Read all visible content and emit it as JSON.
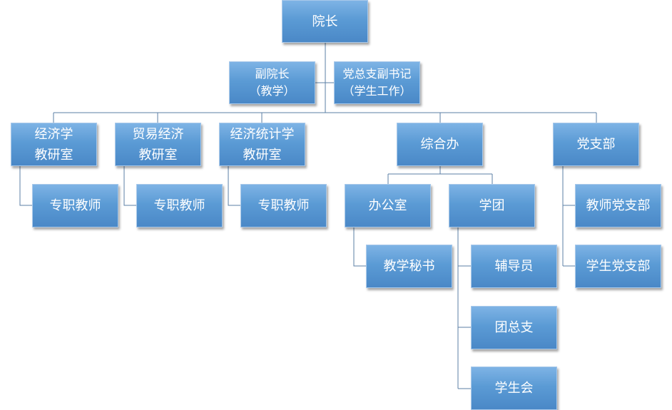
{
  "nodes": {
    "dean": "院长",
    "vice_dean": "副院长\n（教学）",
    "party_deputy": "党总支副书记\n（学生工作）",
    "econ_office": "经济学\n教研室",
    "trade_office": "贸易经济\n教研室",
    "stats_office": "经济统计学\n教研室",
    "general_office": "综合办",
    "party_branch": "党支部",
    "econ_teachers": "专职教师",
    "trade_teachers": "专职教师",
    "stats_teachers": "专职教师",
    "office": "办公室",
    "league": "学团",
    "teaching_secretary": "教学秘书",
    "counselor": "辅导员",
    "league_branch": "团总支",
    "student_union": "学生会",
    "teacher_party_branch": "教师党支部",
    "student_party_branch": "学生党支部"
  },
  "colors": {
    "box_top": "#7eb3e5",
    "box_bottom": "#4a88c7",
    "connector": "#5b7fa6",
    "text": "#ffffff"
  }
}
